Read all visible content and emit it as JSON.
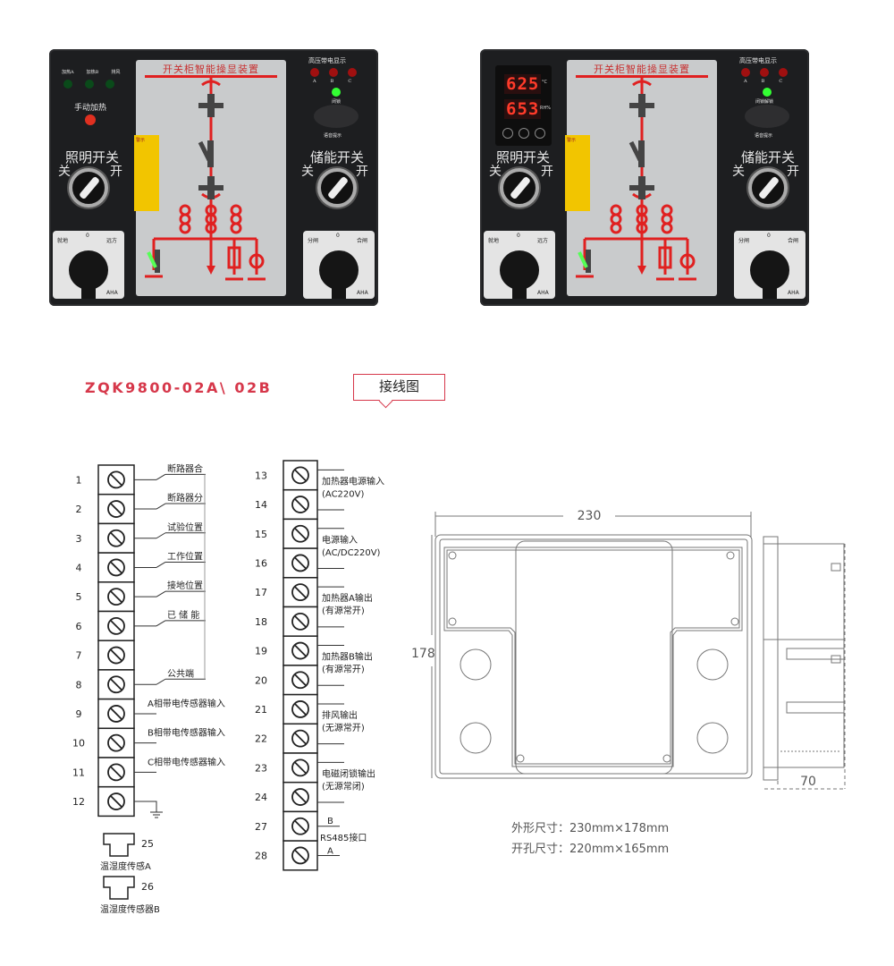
{
  "devices": [
    {
      "screen_title": "开关柜智能操显装置",
      "hv_label": "高压带电显示",
      "phases": [
        "A",
        "B",
        "C"
      ],
      "status_leds": [
        "加热A",
        "加热B",
        "排风"
      ],
      "manual_heat": "手动加热",
      "lock_label": "闭锁",
      "voice_label": "语音提示",
      "light_switch": "照明开关",
      "storage_switch": "储能开关",
      "off": "关",
      "on": "开",
      "left_selector": {
        "left": "就地",
        "mid": "0",
        "right": "远方",
        "brand": "AHA"
      },
      "right_selector": {
        "left": "分闸",
        "mid": "0",
        "right": "合闸",
        "brand": "AHA"
      },
      "warning": "警示"
    },
    {
      "screen_title": "开关柜智能操显装置",
      "hv_label": "高压带电显示",
      "phases": [
        "A",
        "B",
        "C"
      ],
      "temp_reading": "625",
      "humidity_reading": "653",
      "temp_unit": "°C",
      "humidity_unit": "RH%",
      "lock_label": "闭锁解锁",
      "voice_label": "语音提示",
      "light_switch": "照明开关",
      "storage_switch": "储能开关",
      "off": "关",
      "on": "开",
      "left_selector": {
        "left": "就地",
        "mid": "0",
        "right": "远方",
        "brand": "AHA"
      },
      "right_selector": {
        "left": "分闸",
        "mid": "0",
        "right": "合闸",
        "brand": "AHA"
      },
      "warning": "警示"
    }
  ],
  "model": "ZQK9800-02A\\ 02B",
  "wiring_button": "接线图",
  "left_block": {
    "numbers": [
      "1",
      "2",
      "3",
      "4",
      "5",
      "6",
      "7",
      "8",
      "9",
      "10",
      "11",
      "12"
    ],
    "labels": [
      {
        "row": 0,
        "text": "断路器合"
      },
      {
        "row": 1,
        "text": "断路器分"
      },
      {
        "row": 2,
        "text": "试验位置"
      },
      {
        "row": 3,
        "text": "工作位置"
      },
      {
        "row": 4,
        "text": "接地位置"
      },
      {
        "row": 5,
        "text": "已 储 能"
      },
      {
        "row": 7,
        "text": "公共端"
      },
      {
        "row": 8,
        "text": "A相带电传感器输入"
      },
      {
        "row": 9,
        "text": "B相带电传感器输入"
      },
      {
        "row": 10,
        "text": "C相带电传感器输入"
      }
    ]
  },
  "sensors": [
    {
      "number": "25",
      "label": "温湿度传感A"
    },
    {
      "number": "26",
      "label": "温湿度传感器B"
    }
  ],
  "right_block": {
    "numbers": [
      "13",
      "14",
      "15",
      "16",
      "17",
      "18",
      "19",
      "20",
      "21",
      "22",
      "23",
      "24",
      "27",
      "28"
    ],
    "labels": [
      {
        "pair": 0,
        "line1": "加热器电源输入",
        "line2": "(AC220V)"
      },
      {
        "pair": 1,
        "line1": "电源输入",
        "line2": "(AC/DC220V)"
      },
      {
        "pair": 2,
        "line1": "加热器A输出",
        "line2": "(有源常开)"
      },
      {
        "pair": 3,
        "line1": "加热器B输出",
        "line2": "(有源常开)"
      },
      {
        "pair": 4,
        "line1": "排风输出",
        "line2": "(无源常开)"
      },
      {
        "pair": 5,
        "line1": "电磁闭锁输出",
        "line2": "(无源常闭)"
      }
    ],
    "rs485": {
      "b": "B",
      "label": "RS485接口",
      "a": "A"
    }
  },
  "dimensions": {
    "width": "230",
    "height": "178",
    "depth": "70",
    "outer_size": "外形尺寸：230mm×178mm",
    "cutout_size": "开孔尺寸：220mm×165mm"
  },
  "colors": {
    "accent": "#d6374a",
    "mimic_red": "#e02020",
    "led_green": "#33dd33",
    "led_red": "#e01010"
  }
}
